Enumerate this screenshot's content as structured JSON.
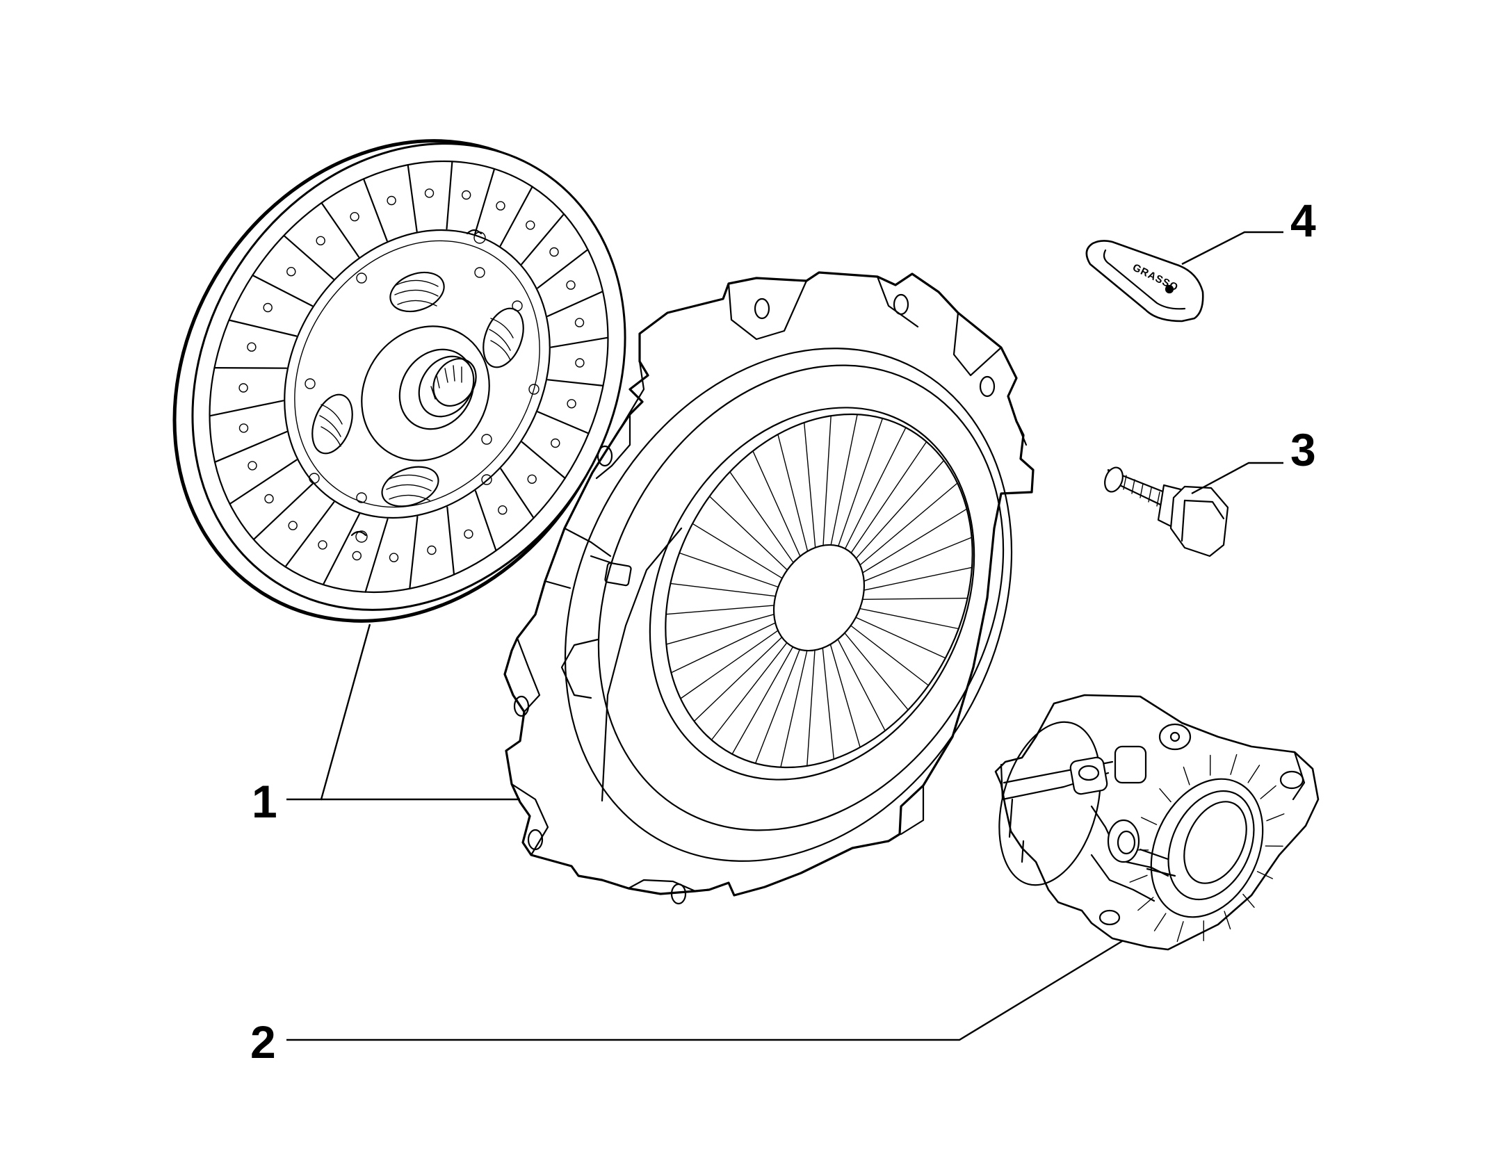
{
  "callouts": [
    {
      "id": "1",
      "label": "1",
      "part": "clutch-kit"
    },
    {
      "id": "2",
      "label": "2",
      "part": "release-bearing"
    },
    {
      "id": "3",
      "label": "3",
      "part": "bolt"
    },
    {
      "id": "4",
      "label": "4",
      "part": "grease"
    }
  ],
  "grease_label": "GRASSO",
  "colors": {
    "line": "#000000",
    "background": "#ffffff"
  }
}
